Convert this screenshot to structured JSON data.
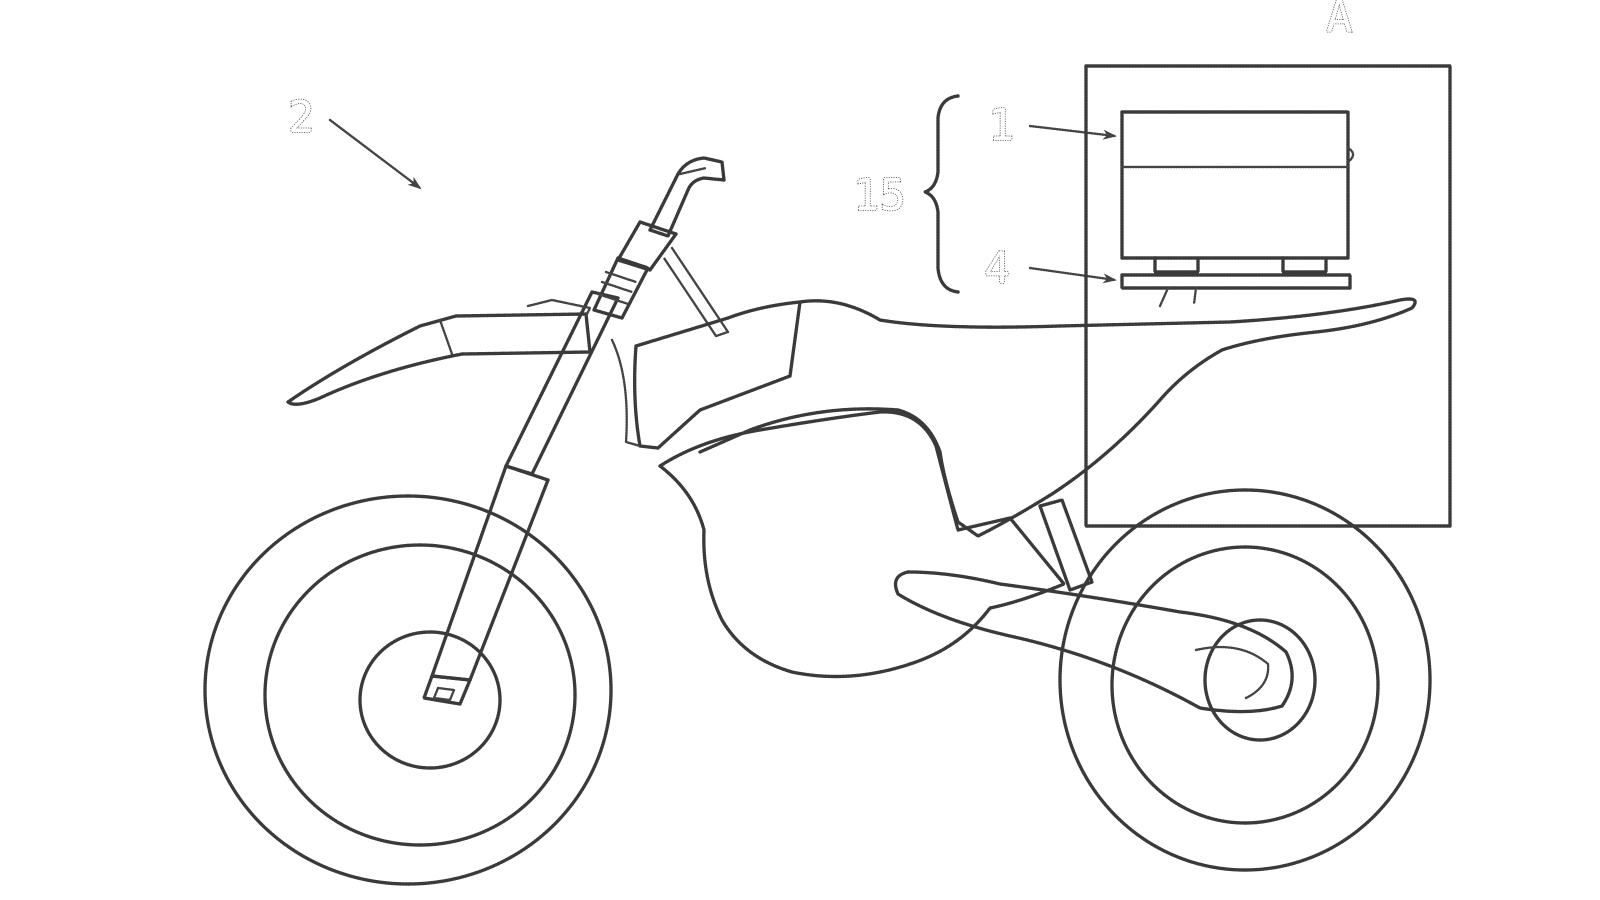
{
  "reference_numerals": {
    "vehicle": "2",
    "box": "1",
    "assembly": "15",
    "mount_plate": "4",
    "detail_region": "A"
  }
}
